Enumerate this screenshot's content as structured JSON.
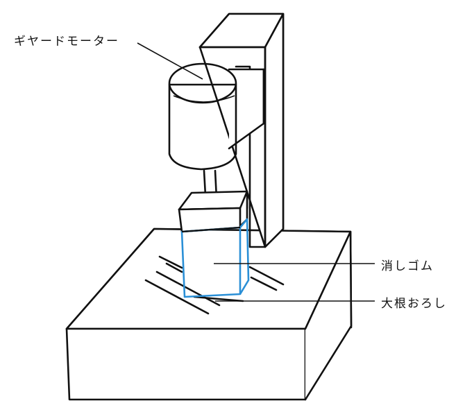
{
  "labels": {
    "motor": "ギヤードモーター",
    "eraser": "消しゴム",
    "radish": "大根おろし"
  },
  "colors": {
    "line": "#111111",
    "motor_blue": "#1f8bd6",
    "motor_top": "#1a8ad8",
    "eraser_outline": "#2a8fd6",
    "background": "#ffffff"
  }
}
